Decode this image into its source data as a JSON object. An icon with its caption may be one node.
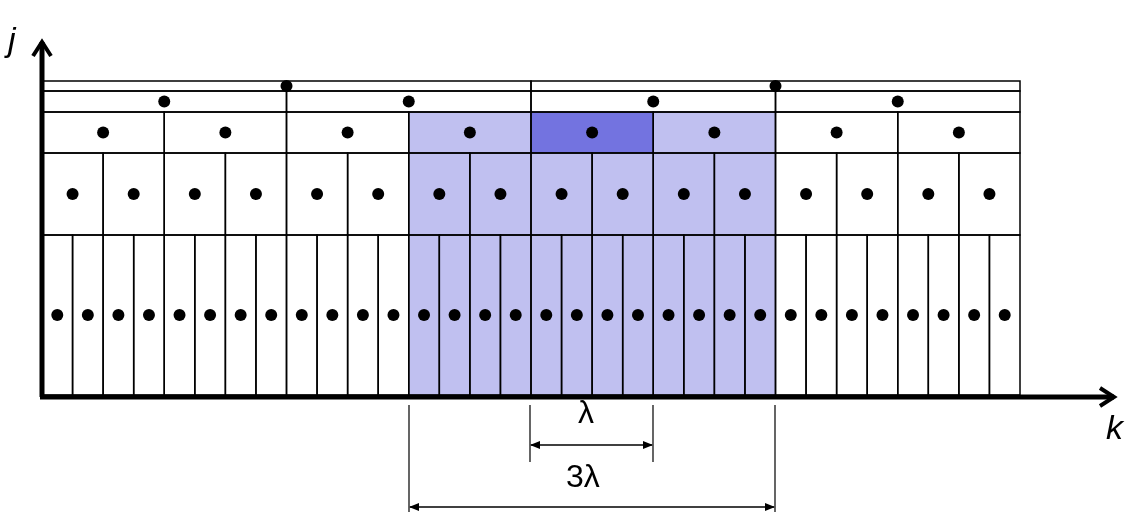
{
  "diagram": {
    "labels": [
      "j",
      "k",
      "λ",
      "3λ"
    ]
  }
}
